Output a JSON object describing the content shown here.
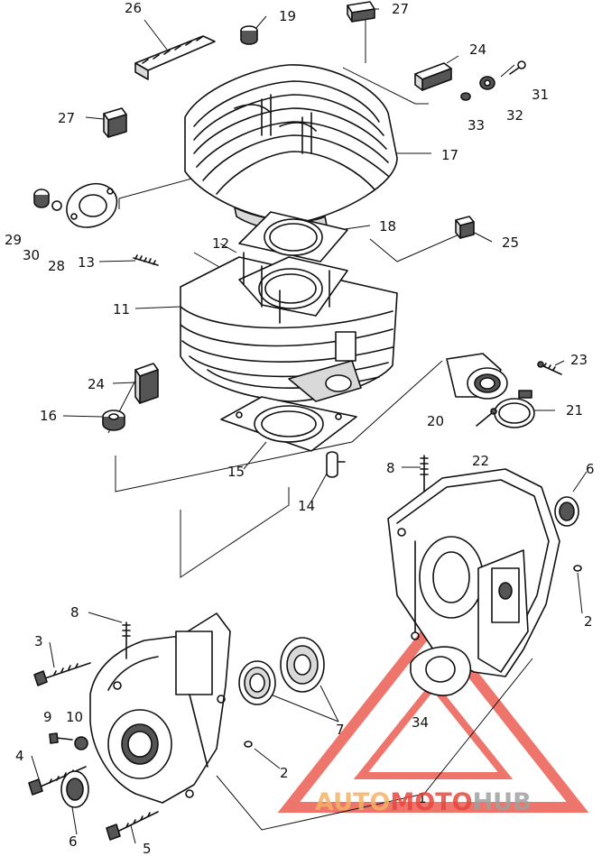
{
  "callouts": [
    {
      "id": "c26",
      "label": "26"
    },
    {
      "id": "c19",
      "label": "19"
    },
    {
      "id": "c27a",
      "label": "27"
    },
    {
      "id": "c24a",
      "label": "24"
    },
    {
      "id": "c31",
      "label": "31"
    },
    {
      "id": "c32",
      "label": "32"
    },
    {
      "id": "c33",
      "label": "33"
    },
    {
      "id": "c27b",
      "label": "27"
    },
    {
      "id": "c17",
      "label": "17"
    },
    {
      "id": "c18",
      "label": "18"
    },
    {
      "id": "c29",
      "label": "29"
    },
    {
      "id": "c30",
      "label": "30"
    },
    {
      "id": "c28",
      "label": "28"
    },
    {
      "id": "c13",
      "label": "13"
    },
    {
      "id": "c12",
      "label": "12"
    },
    {
      "id": "c25",
      "label": "25"
    },
    {
      "id": "c11",
      "label": "11"
    },
    {
      "id": "c23",
      "label": "23"
    },
    {
      "id": "c24b",
      "label": "24"
    },
    {
      "id": "c20",
      "label": "20"
    },
    {
      "id": "c21",
      "label": "21"
    },
    {
      "id": "c16",
      "label": "16"
    },
    {
      "id": "c15",
      "label": "15"
    },
    {
      "id": "c22",
      "label": "22"
    },
    {
      "id": "c8a",
      "label": "8"
    },
    {
      "id": "c6a",
      "label": "6"
    },
    {
      "id": "c14",
      "label": "14"
    },
    {
      "id": "c2a",
      "label": "2"
    },
    {
      "id": "c8b",
      "label": "8"
    },
    {
      "id": "c3",
      "label": "3"
    },
    {
      "id": "c7",
      "label": "7"
    },
    {
      "id": "c34",
      "label": "34"
    },
    {
      "id": "c9",
      "label": "9"
    },
    {
      "id": "c10",
      "label": "10"
    },
    {
      "id": "c2b",
      "label": "2"
    },
    {
      "id": "c4",
      "label": "4"
    },
    {
      "id": "c1",
      "label": "1"
    },
    {
      "id": "c6b",
      "label": "6"
    },
    {
      "id": "c5",
      "label": "5"
    }
  ],
  "watermark": {
    "part1": "AUTO",
    "part2": "MOTO",
    "part3": "HUB",
    "color_orange": "#f5b366",
    "color_red": "#e8473b",
    "color_gray": "#a0a0a0"
  }
}
